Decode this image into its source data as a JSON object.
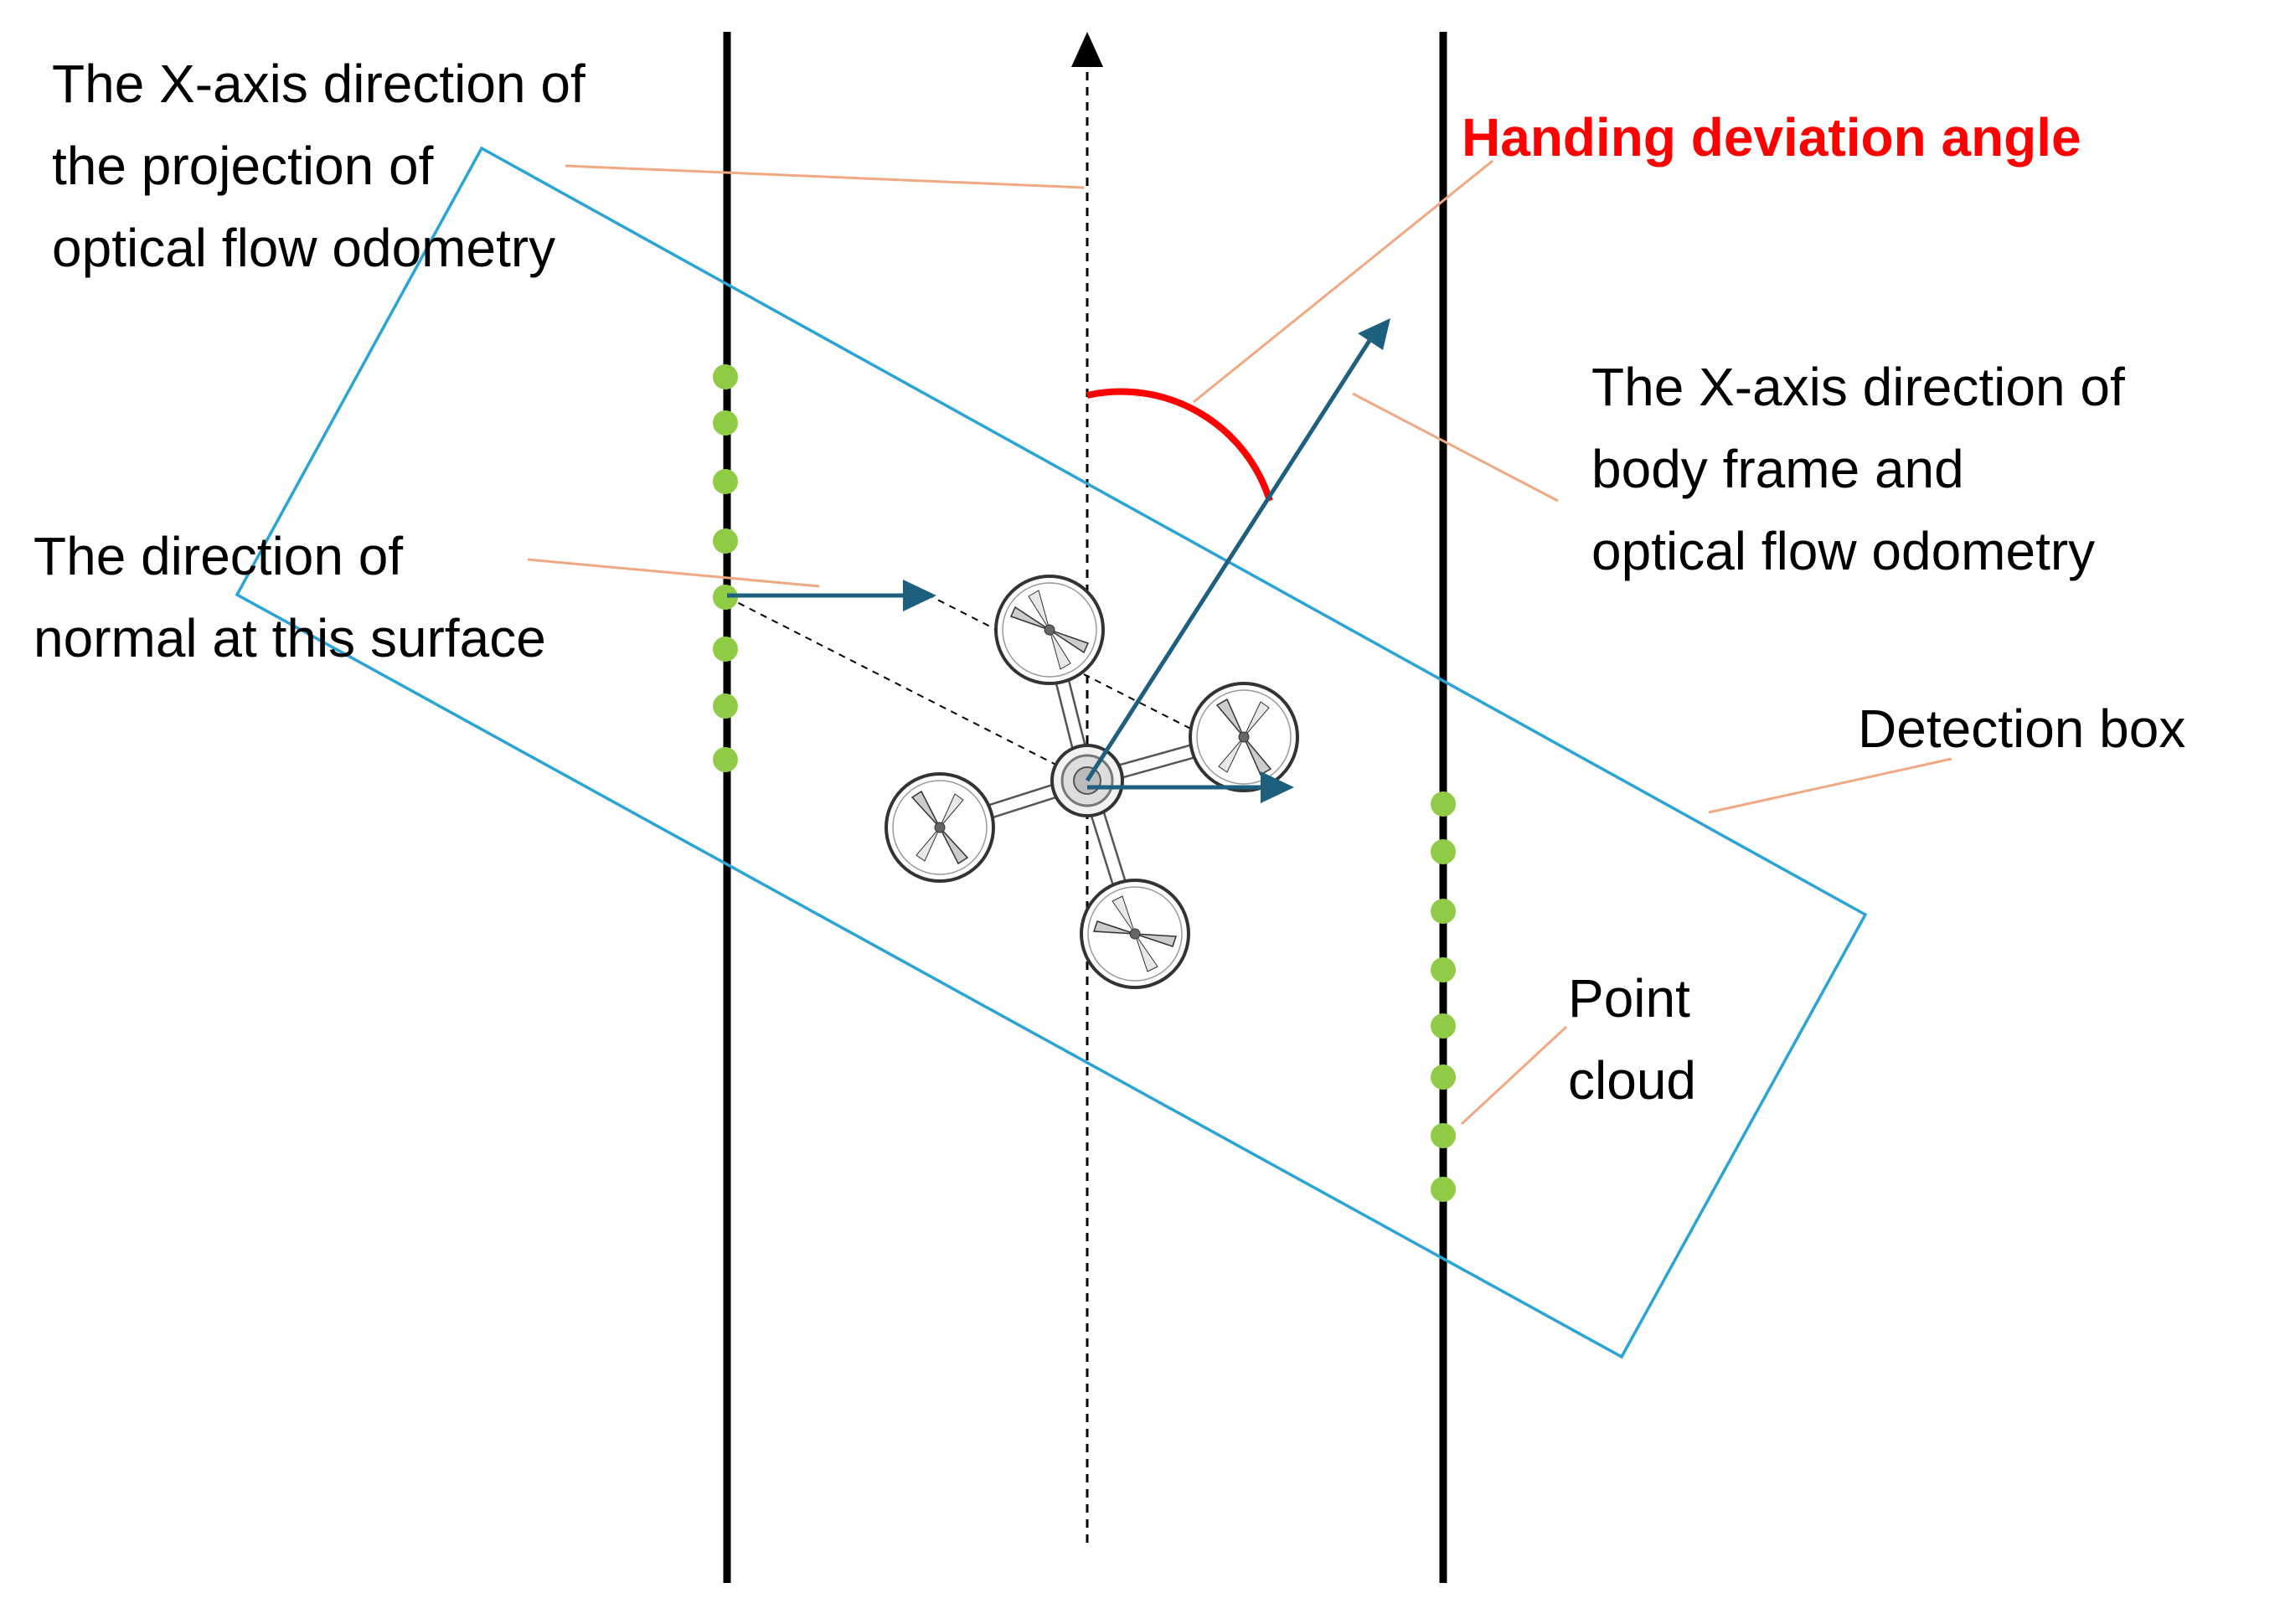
{
  "colors": {
    "wall": "#000000",
    "detection_box": "#2aa3d6",
    "leader_line": "#f0a882",
    "arrow": "#1e5f80",
    "point_cloud": "#8fcb45",
    "angle_arc": "#ff0000",
    "angle_label": "#ff0000",
    "text": "#000000"
  },
  "labels": {
    "proj_axis": [
      "The X-axis direction of",
      "the projection of",
      "optical flow odometry"
    ],
    "heading_angle": "Handing deviation angle",
    "body_axis": [
      "The X-axis direction of",
      "body frame and",
      "optical flow odometry"
    ],
    "normal": [
      "The direction of",
      "normal at this surface"
    ],
    "detection_box": "Detection box",
    "point_cloud": [
      "Point",
      "cloud"
    ]
  },
  "icons": {
    "drone": "quadcopter-icon"
  }
}
